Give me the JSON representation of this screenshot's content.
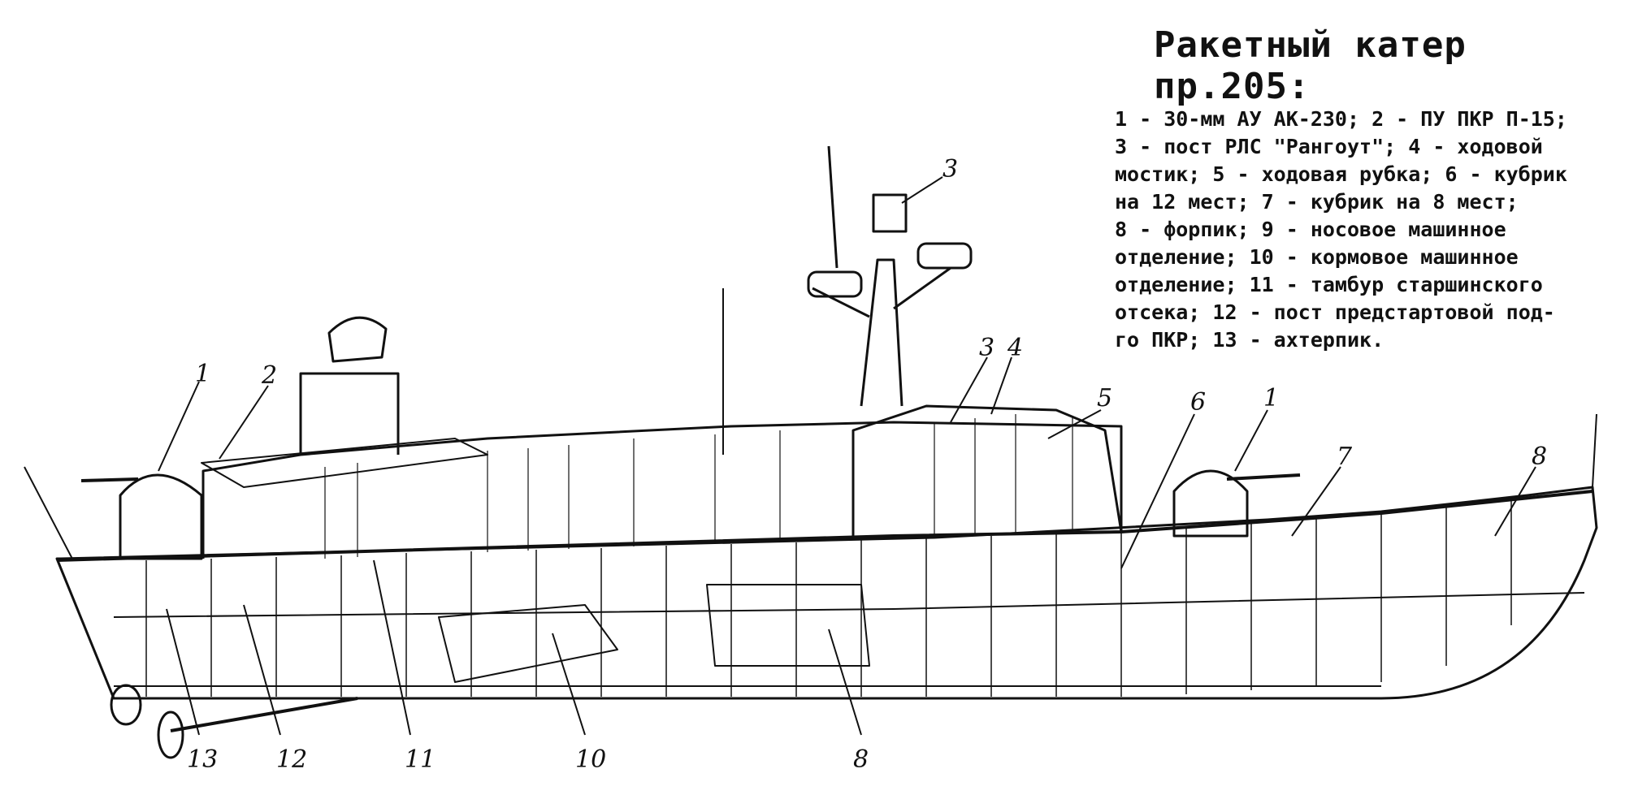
{
  "title": "Ракетный катер пр.205:",
  "legend_lines": [
    "1 - 30-мм АУ АК-230; 2 - ПУ ПКР П-15;",
    "3 - пост РЛС \"Рангоут\"; 4 - ходовой",
    "мостик; 5 - ходовая рубка; 6 - кубрик",
    "на 12 мест; 7 - кубрик на 8 мест;",
    "8 - форпик; 9 - носовое машинное",
    "отделение; 10 - кормовое машинное",
    "отделение; 11 - тамбур старшинского",
    "отсека; 12 - пост предстартовой под-",
    "го ПКР; 13 - ахтерпик."
  ],
  "callouts": [
    "1",
    "2",
    "3",
    "3",
    "4",
    "5",
    "6",
    "1",
    "7",
    "8",
    "13",
    "12",
    "11",
    "10",
    "8"
  ]
}
